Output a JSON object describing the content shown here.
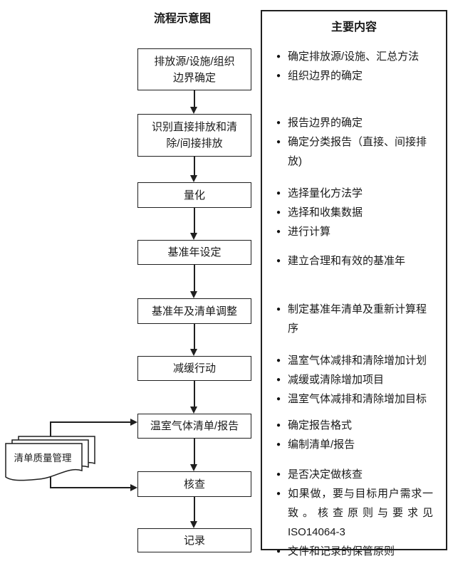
{
  "left": {
    "title": "流程示意图",
    "boxes": [
      {
        "label": "排放源/设施/组织\n边界确定"
      },
      {
        "label": "识别直接排放和清\n除/间接排放"
      },
      {
        "label": "量化"
      },
      {
        "label": "基准年设定"
      },
      {
        "label": "基准年及清单调整"
      },
      {
        "label": "减缓行动"
      },
      {
        "label": "温室气体清单/报告"
      },
      {
        "label": "核查"
      },
      {
        "label": "记录"
      }
    ],
    "document_label": "清单质量管理"
  },
  "right": {
    "title": "主要内容",
    "groups": [
      {
        "items": [
          "确定排放源/设施、汇总方法",
          "组织边界的确定"
        ]
      },
      {
        "items": [
          "报告边界的确定",
          "确定分类报告（直接、间接排放)"
        ]
      },
      {
        "items": [
          "选择量化方法学",
          "选择和收集数据",
          "进行计算"
        ]
      },
      {
        "items": [
          "建立合理和有效的基准年"
        ]
      },
      {
        "items": [
          "制定基准年清单及重新计算程序"
        ]
      },
      {
        "items": [
          "温室气体减排和清除增加计划",
          "减缓或清除增加项目",
          "温室气体减排和清除增加目标"
        ]
      },
      {
        "items": [
          "确定报告格式",
          "编制清单/报告"
        ]
      },
      {
        "items": [
          "是否决定做核查",
          "如果做，要与目标用户需求一致。核查原则与要求见 ISO14064-3",
          "文件和记录的保管原则"
        ]
      }
    ]
  },
  "colors": {
    "line": "#1f1f1f",
    "text": "#1a1a1a",
    "background": "#ffffff"
  }
}
